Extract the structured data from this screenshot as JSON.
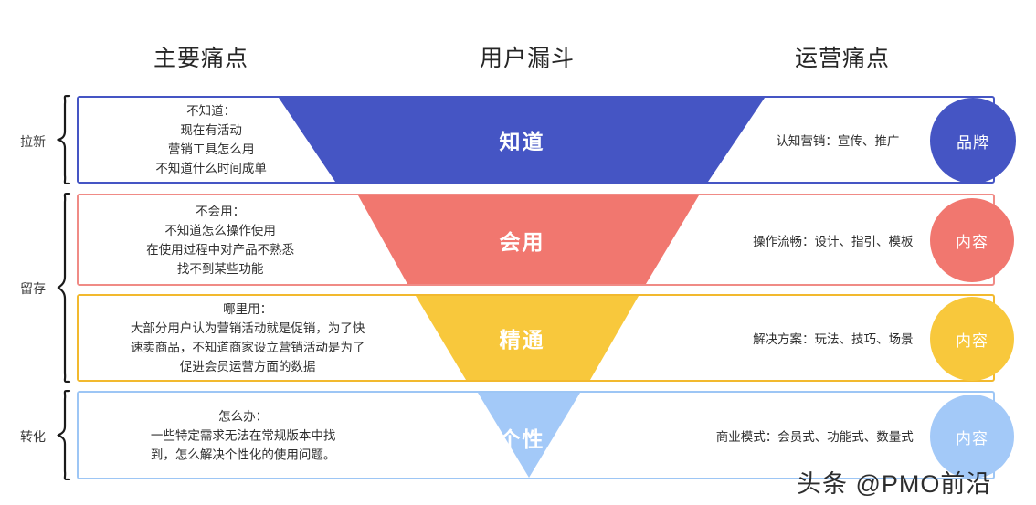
{
  "headers": {
    "pain_points": "主要痛点",
    "user_funnel": "用户漏斗",
    "operation_pain": "运营痛点"
  },
  "groups": [
    {
      "label": "拉新"
    },
    {
      "label": "留存"
    },
    {
      "label": "转化"
    }
  ],
  "rows": [
    {
      "stage": "知道",
      "color": "#4555C4",
      "border": "#4555C4",
      "pain_title": "不知道：",
      "pain_lines": [
        "现在有活动",
        "营销工具怎么用",
        "不知道什么时间成单"
      ],
      "ops_text": "认知营销：宣传、推广",
      "circle_label": "品牌"
    },
    {
      "stage": "会用",
      "color": "#F1776F",
      "border": "#F08B86",
      "pain_title": "不会用：",
      "pain_lines": [
        "不知道怎么操作使用",
        "在使用过程中对产品不熟悉",
        "找不到某些功能"
      ],
      "ops_text": "操作流畅：设计、指引、模板",
      "circle_label": "内容"
    },
    {
      "stage": "精通",
      "color": "#F8C83C",
      "border": "#F2B92E",
      "pain_title": "哪里用：",
      "pain_lines": [
        "大部分用户认为营销活动就是促销，为了快",
        "速卖商品，不知道商家设立营销活动是为了",
        "促进会员运营方面的数据"
      ],
      "ops_text": "解决方案：玩法、技巧、场景",
      "circle_label": "内容"
    },
    {
      "stage": "个性",
      "color": "#A3C9F8",
      "border": "#9DC6F5",
      "pain_title": "怎么办：",
      "pain_lines": [
        "一些特定需求无法在常规版本中找",
        "到，怎么解决个性化的使用问题。"
      ],
      "ops_text": "商业模式：会员式、功能式、数量式",
      "circle_label": "内容"
    }
  ],
  "watermark": "头条 @PMO前沿"
}
